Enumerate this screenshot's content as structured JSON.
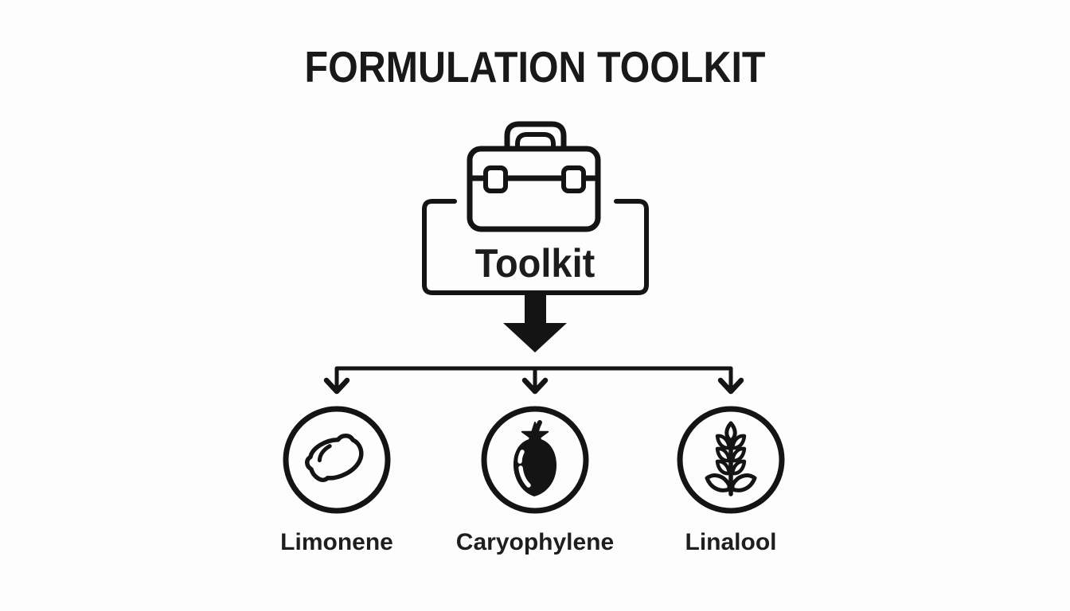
{
  "title": "FORMULATION TOOLKIT",
  "root_node": {
    "label": "Toolkit",
    "icon": "toolbox"
  },
  "branch_nodes": [
    {
      "label": "Limonene",
      "icon": "lemon"
    },
    {
      "label": "Caryophylene",
      "icon": "black-pepper"
    },
    {
      "label": "Linalool",
      "icon": "lavender-sprig"
    }
  ],
  "colors": {
    "ink": "#141414",
    "background": "#fdfdfd"
  }
}
